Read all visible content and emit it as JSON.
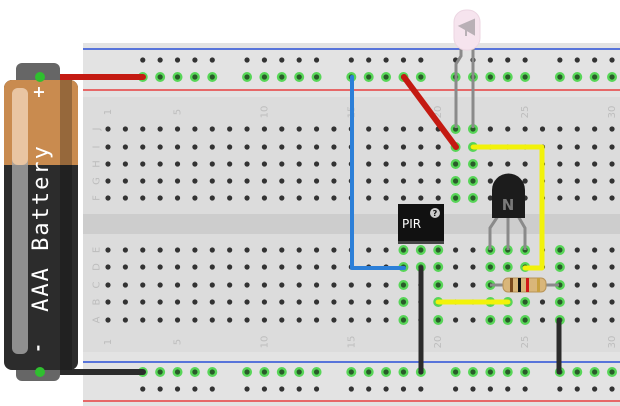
{
  "battery": {
    "label": "AAA Battery",
    "plus": "+",
    "minus": "-"
  },
  "pir": {
    "label": "PIR",
    "badge": "?"
  },
  "transistor": {
    "label": "N"
  },
  "breadboard": {
    "row_labels_top": [
      "J",
      "I",
      "H",
      "G",
      "F"
    ],
    "row_labels_bottom": [
      "E",
      "D",
      "C",
      "B",
      "A"
    ],
    "column_labels": [
      "1",
      "5",
      "10",
      "15",
      "20",
      "25",
      "30"
    ]
  },
  "colors": {
    "wire_red": "#c41a12",
    "wire_black": "#2b2b2b",
    "wire_blue": "#2c7fd8",
    "wire_yellow": "#f2f20a",
    "rail_blue": "#2a4fd8",
    "rail_red": "#e84040",
    "connected_hole": "#3fd43f"
  }
}
